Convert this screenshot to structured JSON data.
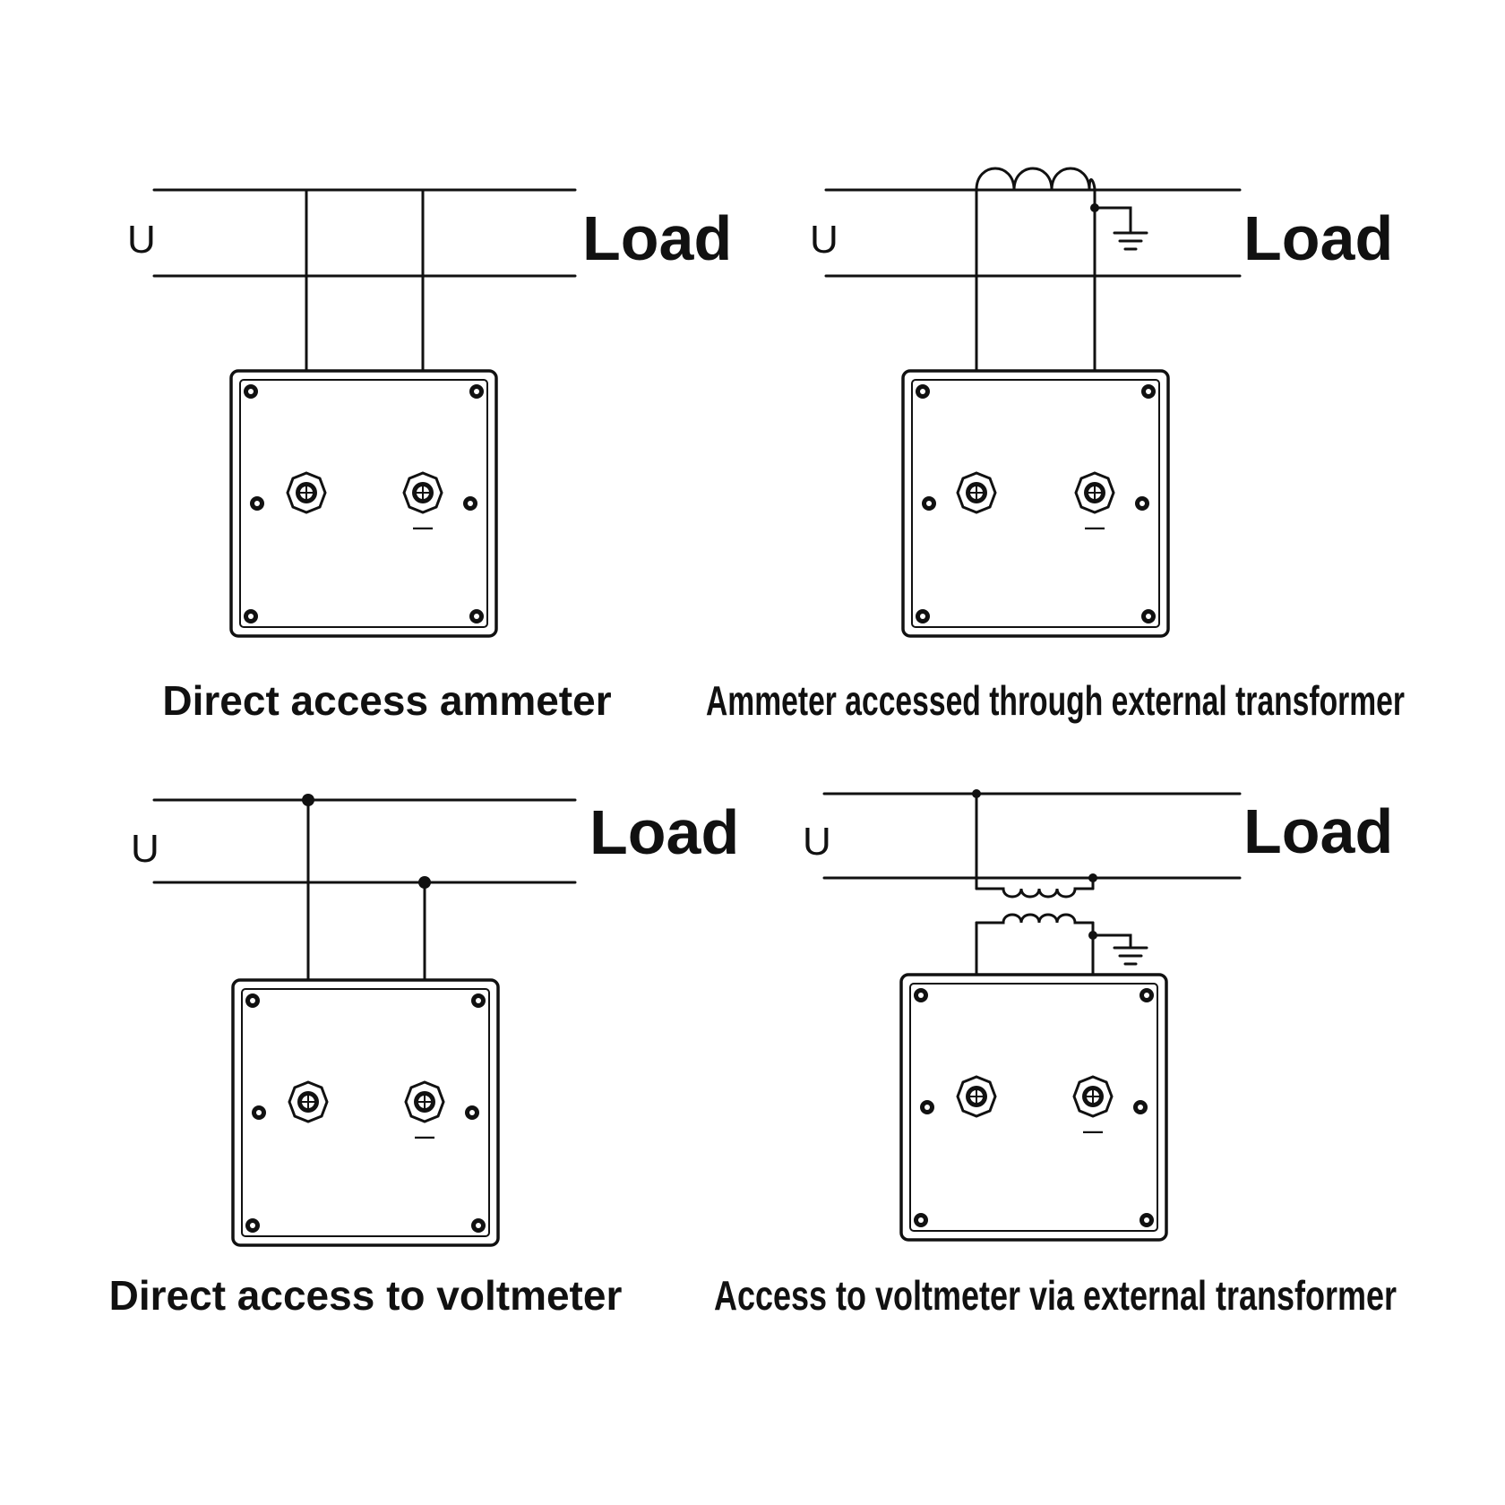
{
  "colors": {
    "stroke": "#111111",
    "background": "#ffffff"
  },
  "panels": [
    {
      "id": "direct-ammeter",
      "supply_label": "U",
      "load_label": "Load",
      "caption": "Direct access ammeter",
      "terminal_minus": "—"
    },
    {
      "id": "ammeter-transformer",
      "supply_label": "U",
      "load_label": "Load",
      "caption": "Ammeter accessed through external transformer",
      "terminal_minus": "—"
    },
    {
      "id": "direct-voltmeter",
      "supply_label": "U",
      "load_label": "Load",
      "caption": "Direct access to voltmeter",
      "terminal_minus": "—"
    },
    {
      "id": "voltmeter-transformer",
      "supply_label": "U",
      "load_label": "Load",
      "caption": "Access to voltmeter via external transformer",
      "terminal_minus": "—"
    }
  ],
  "icons": [
    "meter-box",
    "terminal-screw",
    "mounting-screw",
    "ground-symbol",
    "transformer-coil"
  ]
}
